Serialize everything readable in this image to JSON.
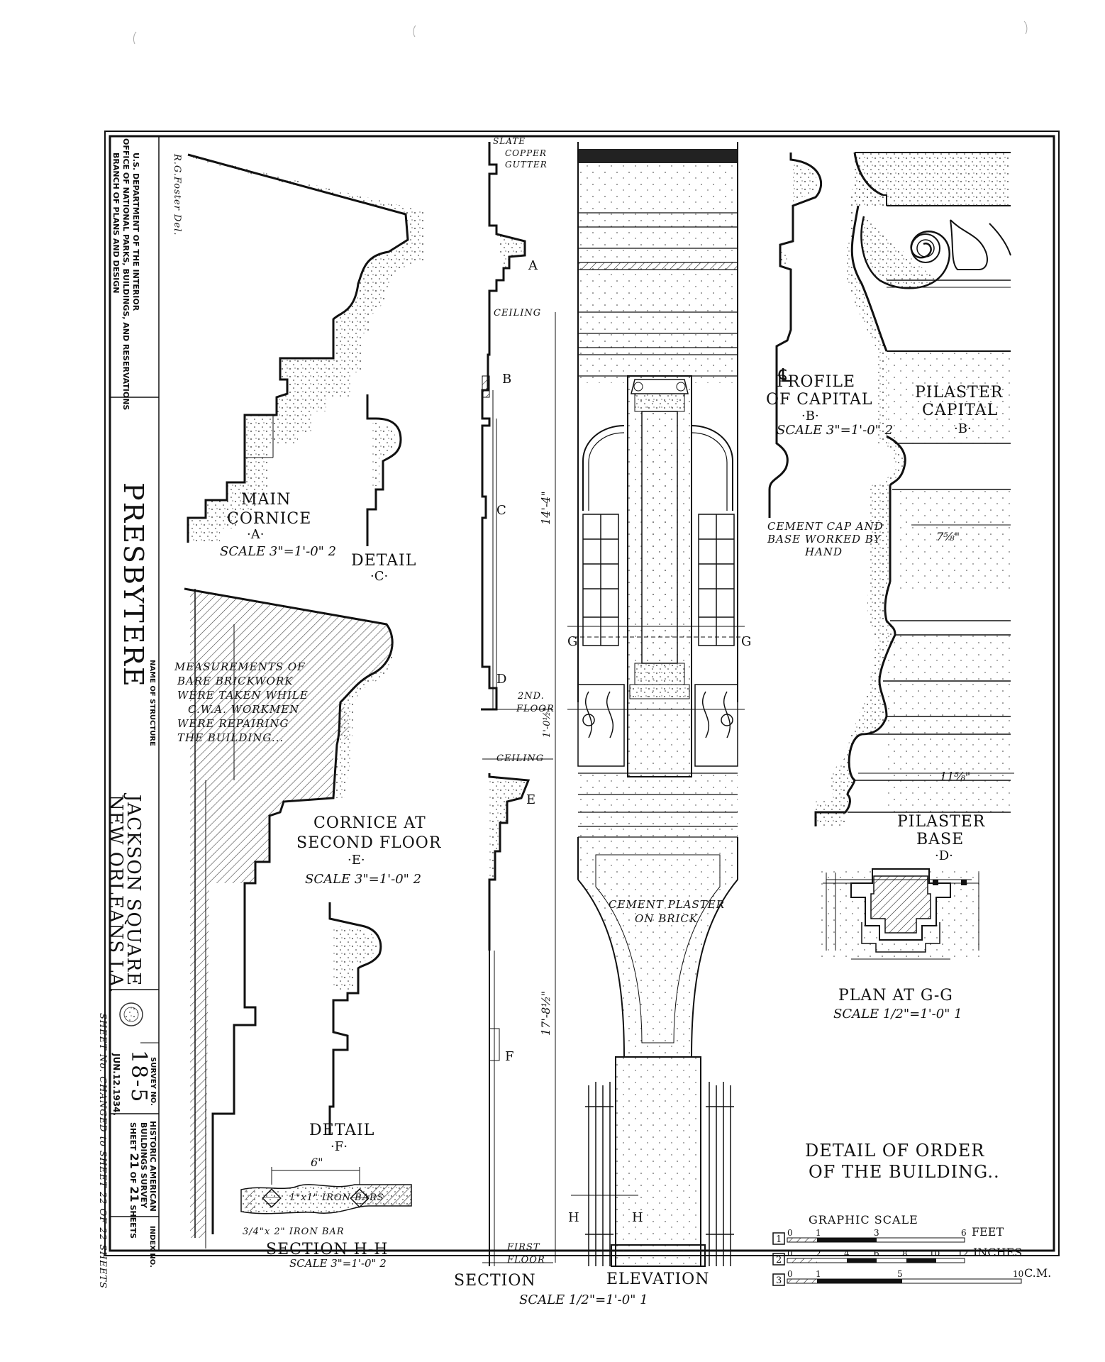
{
  "drawing": {
    "drawn_by": "R.G.Foster Del.",
    "agency": {
      "line1": "U.S. DEPARTMENT OF THE INTERIOR",
      "line2": "OFFICE OF NATIONAL PARKS, BUILDINGS, AND RESERVATIONS",
      "line3": "BRANCH OF PLANS AND DESIGN"
    },
    "structure_name": "PRESBYTERE",
    "name_of_structure_label": "NAME OF STRUCTURE",
    "location": {
      "line1": "JACKSON SQUARE",
      "line2": "NEW ORLEANS LA."
    },
    "date": "JUN.12.1934.",
    "survey_label": "SURVEY NO.",
    "survey_no": "18-5",
    "habs": {
      "line1": "HISTORIC AMERICAN",
      "line2": "BUILDINGS SURVEY",
      "sheet_label": "SHEET",
      "sheet_no": "21",
      "of_label": "OF",
      "sheet_total": "21",
      "sheets_label": "SHEETS"
    },
    "index_label": "INDEX NO.",
    "sheet_note": "SHEET No. CHANGED to SHEET 22 OF 22 SHEETS"
  },
  "details": {
    "main_cornice": {
      "title1": "MAIN",
      "title2": "CORNICE",
      "letter": "·A·",
      "scale": "SCALE 3\"=1'-0\" 2"
    },
    "detail_c": {
      "title": "DETAIL",
      "letter": "·C·"
    },
    "cornice_second": {
      "title1": "CORNICE AT",
      "title2": "SECOND FLOOR",
      "letter": "·E·",
      "scale": "SCALE 3\"=1'-0\" 2"
    },
    "detail_f": {
      "title": "DETAIL",
      "letter": "·F·"
    },
    "section_hh": {
      "title": "SECTION H-H",
      "scale": "SCALE 3\"=1'-0\" 2",
      "dim": "6\"",
      "bars": "1\"x1\" IRON BARS",
      "bar": "3/4\"x 2\" IRON BAR"
    },
    "measure_note": [
      "MEASUREMENTS OF",
      "BARE BRICKWORK",
      "WERE TAKEN WHILE",
      "C.W.A. WORKMEN",
      "WERE REPAIRING",
      "THE BUILDING..."
    ],
    "section": {
      "title": "SECTION",
      "slate": "SLATE",
      "copper": "COPPER",
      "gutter": "GUTTER",
      "ceiling": "CEILING",
      "second_floor1": "2ND.",
      "second_floor2": "FLOOR",
      "first_floor1": "FIRST",
      "first_floor2": "FLOOR",
      "dim_upper": "14'-4\"",
      "dim_floor": "1'-0½\"",
      "dim_lower": "17'-8½\"",
      "letters": [
        "A",
        "B",
        "C",
        "D",
        "E",
        "F"
      ]
    },
    "elevation": {
      "title": "ELEVATION",
      "scale": "SCALE 1/2\"=1'-0\" 1",
      "plaster1": "CEMENT PLASTER",
      "plaster2": "ON BRICK",
      "g": "G",
      "h": "H"
    },
    "profile_capital": {
      "cl": "℄",
      "title1": "PROFILE",
      "title2": "OF CAPITAL",
      "letter": "·B·",
      "scale": "SCALE 3\"=1'-0\" 2"
    },
    "pilaster_capital": {
      "title1": "PILASTER",
      "title2": "CAPITAL",
      "letter": "·B·"
    },
    "cement_note": [
      "CEMENT CAP AND",
      "BASE WORKED BY",
      "HAND"
    ],
    "pilaster_base": {
      "title1": "PILASTER",
      "title2": "BASE",
      "letter": "·D·",
      "dim_top": "7⅝\"",
      "dim_bottom": "11⅝\""
    },
    "plan_gg": {
      "title": "PLAN AT G-G",
      "scale": "SCALE 1/2\"=1'-0\" 1"
    },
    "order_title": [
      "DETAIL OF ORDER",
      "OF THE BUILDING.."
    ],
    "graphic_scale": {
      "title": "GRAPHIC SCALE",
      "rows": [
        {
          "num": "1",
          "ticks": [
            "0",
            "1",
            "3",
            "6"
          ],
          "unit": "FEET"
        },
        {
          "num": "2",
          "ticks": [
            "0",
            "2",
            "4",
            "6",
            "8",
            "10",
            "12"
          ],
          "unit": "INCHES"
        },
        {
          "num": "3",
          "ticks": [
            "0",
            "1",
            "5",
            "10"
          ],
          "unit": "C.M."
        }
      ]
    }
  }
}
